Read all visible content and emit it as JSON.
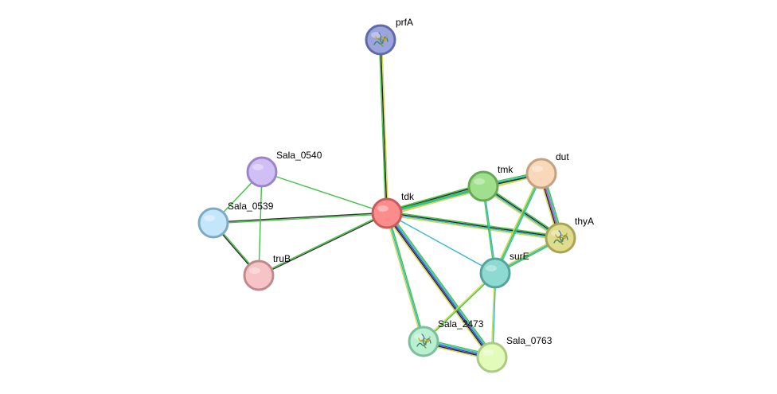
{
  "nodes": [
    {
      "id": "prfA",
      "label": "prfA",
      "fill": "#9ba4dc",
      "stroke": "#5f6aa8",
      "has_structure": true
    },
    {
      "id": "Sala_0540",
      "label": "Sala_0540",
      "fill": "#d0bff6",
      "stroke": "#9a86c6",
      "has_structure": false
    },
    {
      "id": "Sala_0539",
      "label": "Sala_0539",
      "fill": "#c3e6fb",
      "stroke": "#7fa9c4",
      "has_structure": false
    },
    {
      "id": "truB",
      "label": "truB",
      "fill": "#f6c4c6",
      "stroke": "#c08a8d",
      "has_structure": false
    },
    {
      "id": "tdk",
      "label": "tdk",
      "fill": "#fa8c8c",
      "stroke": "#c85c5c",
      "has_structure": false
    },
    {
      "id": "tmk",
      "label": "tmk",
      "fill": "#9fe08d",
      "stroke": "#68a856",
      "has_structure": false
    },
    {
      "id": "dut",
      "label": "dut",
      "fill": "#f9d8b9",
      "stroke": "#c4a27f",
      "has_structure": false
    },
    {
      "id": "thyA",
      "label": "thyA",
      "fill": "#dfdc8d",
      "stroke": "#a8a452",
      "has_structure": true
    },
    {
      "id": "surE",
      "label": "surE",
      "fill": "#8cdad2",
      "stroke": "#55a59d",
      "has_structure": false
    },
    {
      "id": "Sala_2473",
      "label": "Sala_2473",
      "fill": "#b9f0d2",
      "stroke": "#7cbf9c",
      "has_structure": true
    },
    {
      "id": "Sala_0763",
      "label": "Sala_0763",
      "fill": "#e2fbbb",
      "stroke": "#aacb82",
      "has_structure": false
    }
  ],
  "edges": [
    {
      "from": "tdk",
      "to": "prfA",
      "colors": [
        "#3ec43e",
        "#222222",
        "#d3d94a"
      ]
    },
    {
      "from": "tdk",
      "to": "Sala_0540",
      "colors": [
        "#3ec43e"
      ]
    },
    {
      "from": "tdk",
      "to": "Sala_0539",
      "colors": [
        "#3ec43e",
        "#333333"
      ]
    },
    {
      "from": "tdk",
      "to": "truB",
      "colors": [
        "#333333",
        "#3ec43e"
      ]
    },
    {
      "from": "Sala_0540",
      "to": "Sala_0539",
      "colors": [
        "#3ec43e"
      ]
    },
    {
      "from": "Sala_0540",
      "to": "truB",
      "colors": [
        "#3ec43e"
      ]
    },
    {
      "from": "Sala_0539",
      "to": "truB",
      "colors": [
        "#3ec43e",
        "#333333"
      ]
    },
    {
      "from": "tdk",
      "to": "tmk",
      "colors": [
        "#3ec43e",
        "#222222",
        "#2fb8c9",
        "#3ec43e",
        "#d3d94a"
      ]
    },
    {
      "from": "tdk",
      "to": "dut",
      "colors": [
        "#3ec43e",
        "#2fb8c9",
        "#d3d94a"
      ]
    },
    {
      "from": "tdk",
      "to": "thyA",
      "colors": [
        "#3ec43e",
        "#222222",
        "#2fb8c9",
        "#d3d94a"
      ]
    },
    {
      "from": "tdk",
      "to": "surE",
      "colors": [
        "#2fb8c9"
      ]
    },
    {
      "from": "tdk",
      "to": "Sala_2473",
      "colors": [
        "#3ec43e",
        "#2fb8c9",
        "#d3d94a"
      ]
    },
    {
      "from": "tdk",
      "to": "Sala_0763",
      "colors": [
        "#3ec43e",
        "#2fb8c9",
        "#3b3bd6",
        "#222222",
        "#d3d94a"
      ]
    },
    {
      "from": "tmk",
      "to": "dut",
      "colors": [
        "#3ec43e",
        "#2fb8c9",
        "#222222",
        "#d3d94a"
      ]
    },
    {
      "from": "tmk",
      "to": "thyA",
      "colors": [
        "#3ec43e",
        "#222222",
        "#2fb8c9",
        "#d3d94a"
      ]
    },
    {
      "from": "tmk",
      "to": "surE",
      "colors": [
        "#2fb8c9",
        "#3ec43e"
      ]
    },
    {
      "from": "dut",
      "to": "thyA",
      "colors": [
        "#3ec43e",
        "#2fb8c9",
        "#c43ec4",
        "#222222",
        "#d3d94a"
      ]
    },
    {
      "from": "dut",
      "to": "surE",
      "colors": [
        "#2fb8c9",
        "#3ec43e",
        "#d3d94a"
      ]
    },
    {
      "from": "thyA",
      "to": "surE",
      "colors": [
        "#3ec43e",
        "#2fb8c9",
        "#d3d94a"
      ]
    },
    {
      "from": "surE",
      "to": "Sala_2473",
      "colors": [
        "#3ec43e",
        "#d3d94a"
      ]
    },
    {
      "from": "surE",
      "to": "Sala_0763",
      "colors": [
        "#2fb8c9",
        "#d3d94a"
      ]
    },
    {
      "from": "Sala_2473",
      "to": "Sala_0763",
      "colors": [
        "#3ec43e",
        "#2fb8c9",
        "#3b3bd6",
        "#222222",
        "#d3d94a"
      ]
    }
  ]
}
